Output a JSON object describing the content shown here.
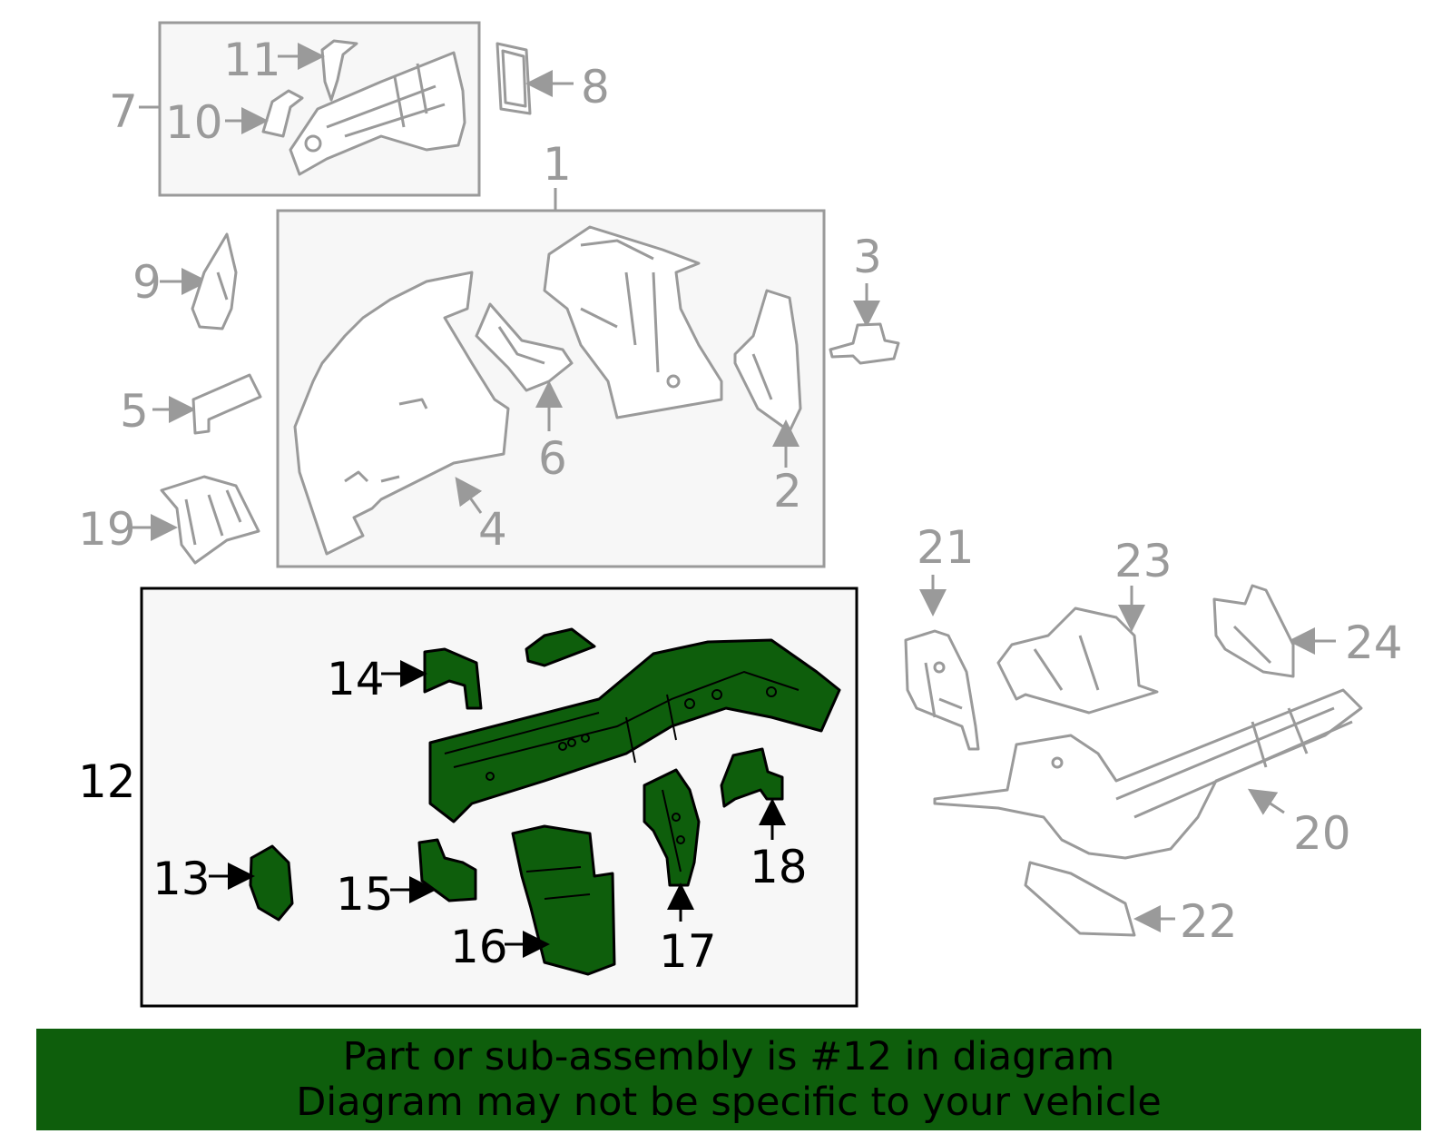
{
  "diagram": {
    "callouts": {
      "n1": "1",
      "n2": "2",
      "n3": "3",
      "n4": "4",
      "n5": "5",
      "n6": "6",
      "n7": "7",
      "n8": "8",
      "n9": "9",
      "n10": "10",
      "n11": "11",
      "n12": "12",
      "n13": "13",
      "n14": "14",
      "n15": "15",
      "n16": "16",
      "n17": "17",
      "n18": "18",
      "n19": "19",
      "n20": "20",
      "n21": "21",
      "n22": "22",
      "n23": "23",
      "n24": "24"
    },
    "highlighted_part": "12",
    "colors": {
      "highlight": "#0e5e0c",
      "inactive": "#9a9a9a",
      "box_fill": "#f7f7f7"
    }
  },
  "banner": {
    "line1": "Part or sub-assembly is #12 in diagram",
    "line2": "Diagram may not be specific to your vehicle"
  }
}
